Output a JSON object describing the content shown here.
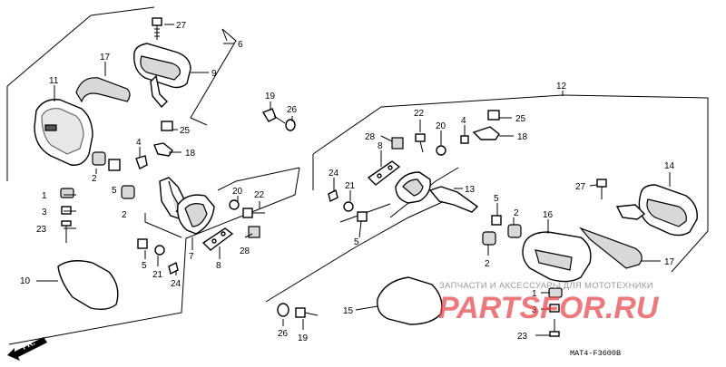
{
  "diagram": {
    "callouts": {
      "c27a": "27",
      "c6": "6",
      "c9": "9",
      "c17a": "17",
      "c11": "11",
      "c25a": "25",
      "c19a": "19",
      "c26a": "26",
      "c4a": "4",
      "c18a": "18",
      "c2a": "2",
      "c5a": "5",
      "c2b": "2",
      "c1a": "1",
      "c3a": "3",
      "c23a": "23",
      "c20a": "20",
      "c22a": "22",
      "c7": "7",
      "c8a": "8",
      "c28a": "28",
      "c5b": "5",
      "c21a": "21",
      "c24a": "24",
      "c10": "10",
      "c12": "12",
      "c22b": "22",
      "c20b": "20",
      "c4b": "4",
      "c25b": "25",
      "c18b": "18",
      "c28b": "28",
      "c8b": "8",
      "c24b": "24",
      "c21b": "21",
      "c13": "13",
      "c5c": "5",
      "c5d": "5",
      "c2c": "2",
      "c2d": "2",
      "c27b": "27",
      "c14": "14",
      "c16": "16",
      "c17b": "17",
      "c15": "15",
      "c26b": "26",
      "c19b": "19",
      "c1b": "1",
      "c3b": "3",
      "c23b": "23"
    },
    "direction_label": "FR.",
    "diagram_code": "MAT4-F3600B"
  },
  "watermark": {
    "tagline": "ЗАПЧАСТИ И АКСЕССУАРЫ ДЛЯ МОТОТЕХНИКИ",
    "brand": "PARTSFOR.RU"
  }
}
